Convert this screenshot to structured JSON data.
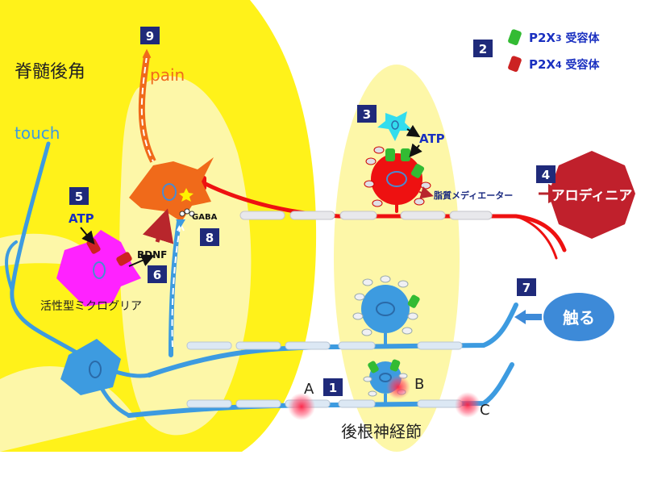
{
  "labels": {
    "dorsal_horn": "脊髄後角",
    "touch": "touch",
    "pain": "pain",
    "drg": "後根神経節",
    "microglia": "活性型ミクログリア",
    "atp_microglia": "ATP",
    "atp_drg": "ATP",
    "bdnf": "BDNF",
    "gaba": "GABA",
    "lipid_mediator": "脂質メディエーター",
    "allodynia": "アロディニア",
    "touch_action": "触る",
    "point_a": "A",
    "point_b": "B",
    "point_c": "C"
  },
  "legend": {
    "p2x3": "P2X",
    "p2x3_sub": "3",
    "p2x4": "P2X",
    "p2x4_sub": "4",
    "receptor_suffix": " 受容体",
    "p2x3_color": "#33bb33",
    "p2x4_color": "#cc2222"
  },
  "badges": [
    "1",
    "2",
    "3",
    "4",
    "5",
    "6",
    "7",
    "8",
    "9"
  ],
  "colors": {
    "yellow": "#fff21a",
    "pale": "#fdf7a8",
    "blue": "#3d9be0",
    "red": "#ee1111",
    "orange": "#f06a1a",
    "magenta": "#ff22ff",
    "navy": "#1f2a7a",
    "hexagon": "#c0202c",
    "cyan": "#33ddee"
  }
}
